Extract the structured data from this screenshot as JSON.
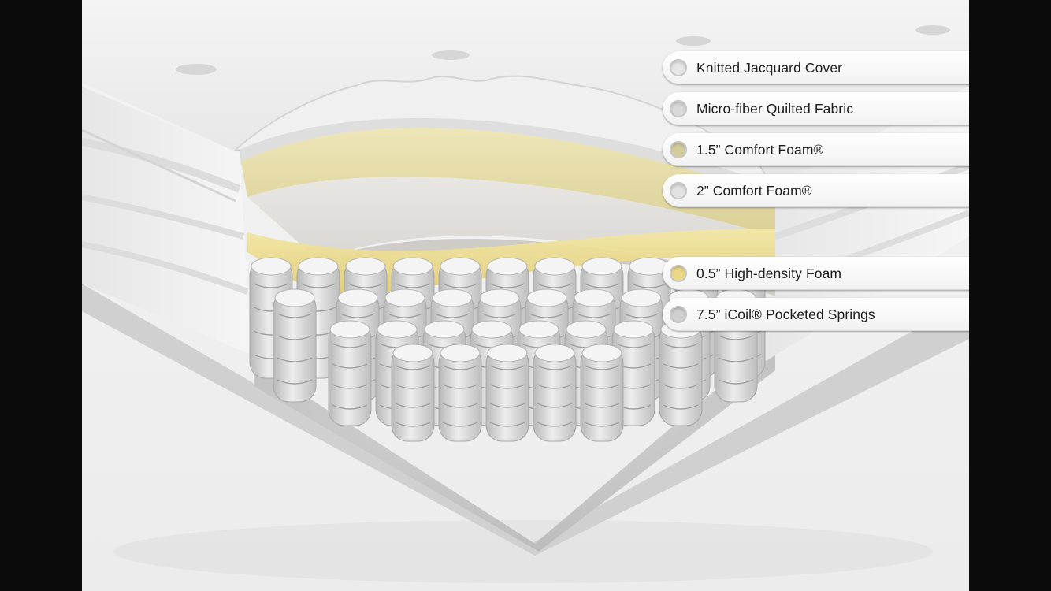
{
  "legend": [
    {
      "label": "Knitted Jacquard Cover",
      "color": "#e6e6e6"
    },
    {
      "label": "Micro-fiber Quilted Fabric",
      "color": "#d9d9d9"
    },
    {
      "label": "1.5” Comfort Foam®",
      "color": "#d2cc9c"
    },
    {
      "label": "2” Comfort Foam®",
      "color": "#e2e2e2"
    },
    {
      "label": "0.5” High-density Foam",
      "color": "#e9d88a"
    },
    {
      "label": "7.5” iCoil® Pocketed Springs",
      "color": "#cfcfcf"
    }
  ]
}
